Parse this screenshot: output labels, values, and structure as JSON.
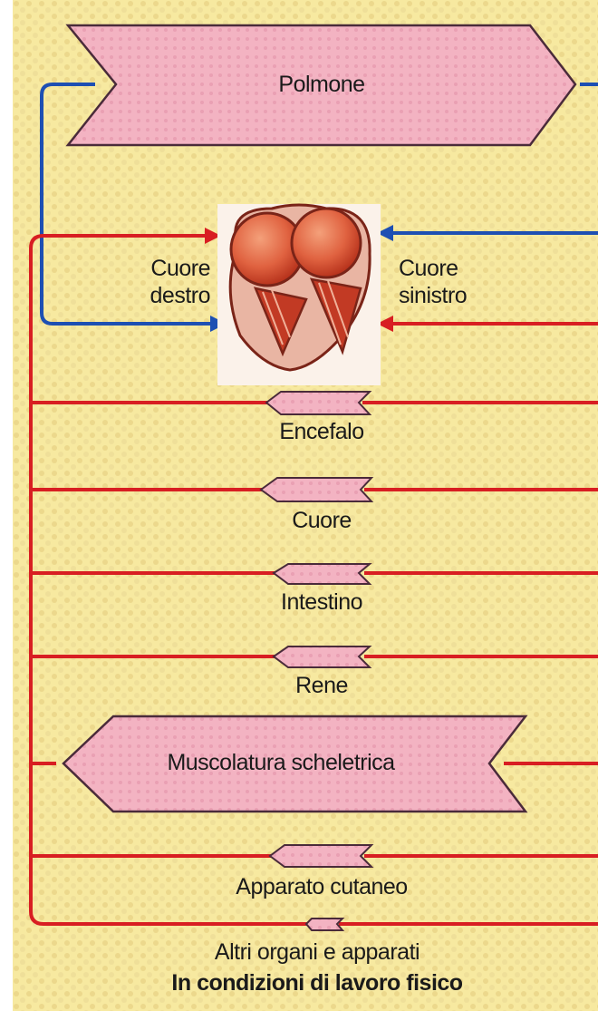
{
  "diagram": {
    "top_organ": "Polmone",
    "heart_right_label": "Cuore destro",
    "heart_right_line1": "Cuore",
    "heart_right_line2": "destro",
    "heart_left_line1": "Cuore",
    "heart_left_line2": "sinistro",
    "organs": [
      {
        "label": "Encefalo"
      },
      {
        "label": "Cuore"
      },
      {
        "label": "Intestino"
      },
      {
        "label": "Rene"
      },
      {
        "label": "Muscolatura scheletrica"
      },
      {
        "label": "Apparato cutaneo"
      },
      {
        "label": "Altri organi e apparati"
      }
    ],
    "caption": "In condizioni di lavoro fisico"
  },
  "colors": {
    "background": "#f7e9a0",
    "dots": "#ead58a",
    "organ_fill": "#f4b4c4",
    "organ_stroke": "#4a2b3a",
    "artery": "#d81e22",
    "vein": "#1d4fb3",
    "heart": "#d6402a"
  }
}
